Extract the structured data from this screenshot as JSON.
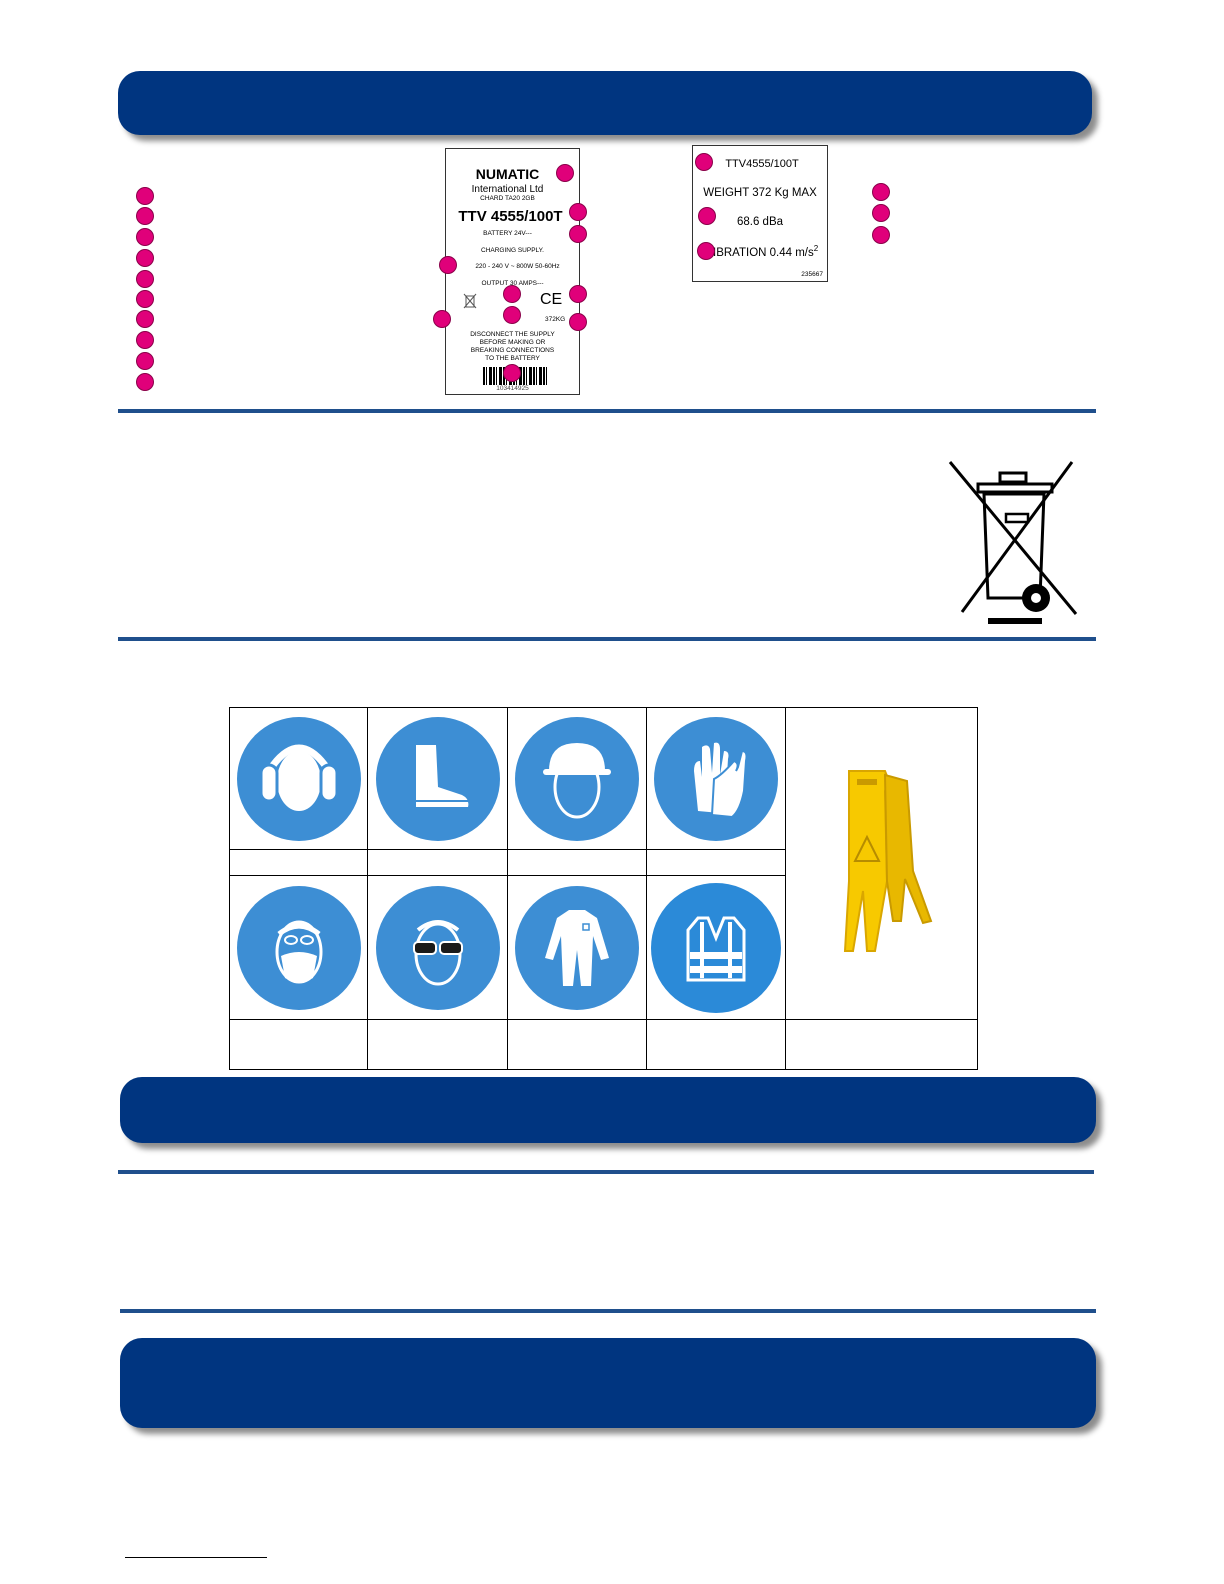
{
  "label_plate": {
    "brand": "NUMATIC",
    "company": "International Ltd",
    "address": "CHARD TA20 2GB",
    "model": "TTV 4555/100T",
    "battery": "BATTERY 24V---",
    "charging_supply_heading": "CHARGING SUPPLY.",
    "supply_rating": "220 - 240 V ~ 800W 50-60Hz",
    "output": "OUTPUT 30 AMPS---",
    "ce_mark": "CE",
    "weight": "372KG",
    "warning": [
      "DISCONNECT THE SUPPLY",
      "BEFORE MAKING OR",
      "BREAKING CONNECTIONS",
      "TO THE BATTERY"
    ],
    "serial": "103414925"
  },
  "secondary_plate": {
    "model": "TTV4555/100T",
    "weight": "WEIGHT 372 Kg MAX",
    "noise": "68.6 dBa",
    "vibration": "IBRATION 0.44 m/s",
    "vibration_superscript": "2",
    "code": "235667"
  },
  "icons": {
    "weee": "crossed-out-wheelie-bin-icon",
    "ppe_signs": [
      "ear-protection-icon",
      "safety-boots-icon",
      "hard-hat-icon",
      "gloves-icon",
      "dust-mask-icon",
      "safety-glasses-icon",
      "overalls-icon",
      "hi-vis-vest-icon"
    ],
    "floor_sign": "wet-floor-sign-icon"
  },
  "colors": {
    "banner": "#003580",
    "rule": "#1f4f8c",
    "marker": "#e0007a",
    "sign_blue": "#3d8ed4",
    "floor_sign_yellow": "#f7c900"
  }
}
